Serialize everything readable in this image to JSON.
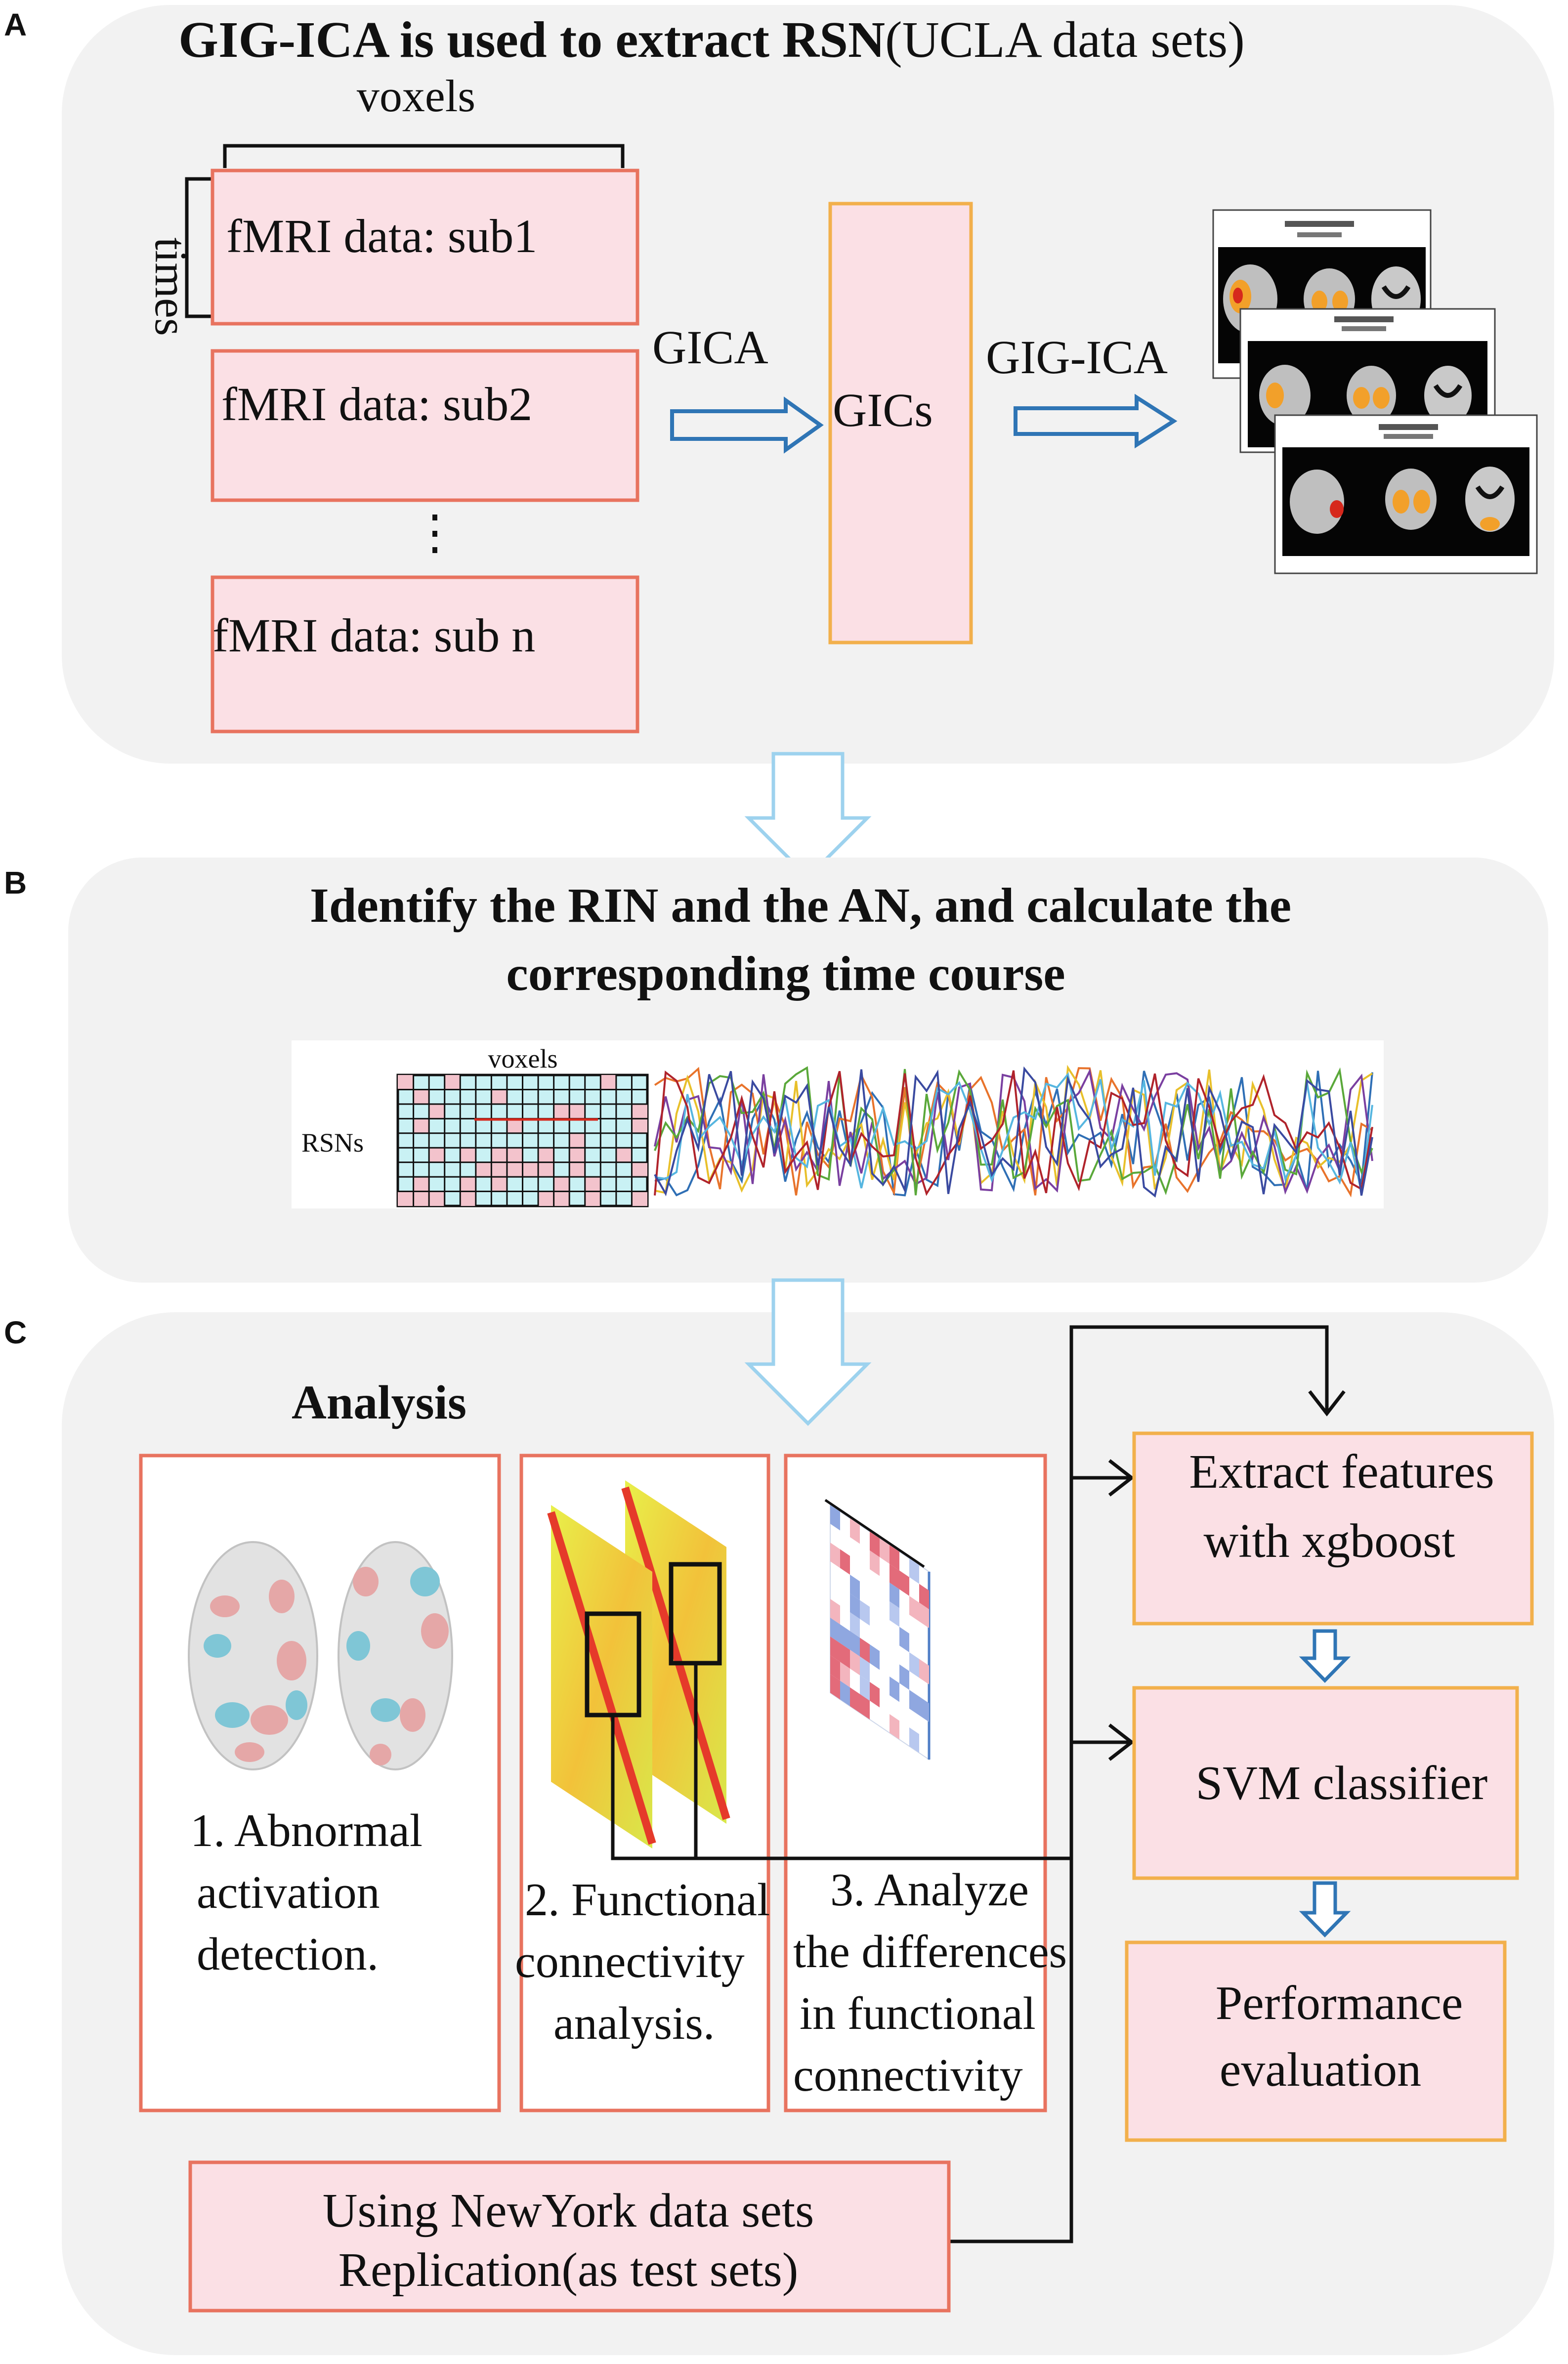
{
  "panels": {
    "a": {
      "letter": "A",
      "title_bold": "GIG-ICA is used to extract RSN",
      "title_rest": "(UCLA data sets)",
      "voxels_label": "voxels",
      "times_label": "times",
      "subjects": [
        "fMRI data: sub1",
        "fMRI data: sub2",
        "fMRI data: sub n"
      ],
      "ellipsis": "⋮",
      "gica_label": "GICA",
      "gics_label": "GICs",
      "gigica_label": "GIG-ICA"
    },
    "b": {
      "letter": "B",
      "title_line1": "Identify the RIN and the AN, and calculate the",
      "title_line2": "corresponding time course",
      "voxels_label": "voxels",
      "rsns_label": "RSNs"
    },
    "c": {
      "letter": "C",
      "analysis_label": "Analysis",
      "box1_lines": [
        "1. Abnormal",
        "activation",
        "detection."
      ],
      "box2_lines": [
        "2. Functional",
        "connectivity",
        "analysis."
      ],
      "box3_lines": [
        "3. Analyze",
        "the differences",
        "in functional",
        "connectivity"
      ],
      "extract_lines": [
        "Extract features",
        "with xgboost"
      ],
      "svm_label": "SVM classifier",
      "performance_lines": [
        "Performance",
        "evaluation"
      ],
      "newyork_lines": [
        "Using NewYork data sets",
        "Replication(as test sets)"
      ]
    }
  },
  "colors": {
    "panel_bg": "#f2f2f2",
    "box_fill": "#fbe0e5",
    "box_red_border": "#e8735f",
    "box_orange_border": "#f2b04c",
    "blue_arrow": "#2f75b5",
    "light_arrow": "#9dd2ee"
  }
}
